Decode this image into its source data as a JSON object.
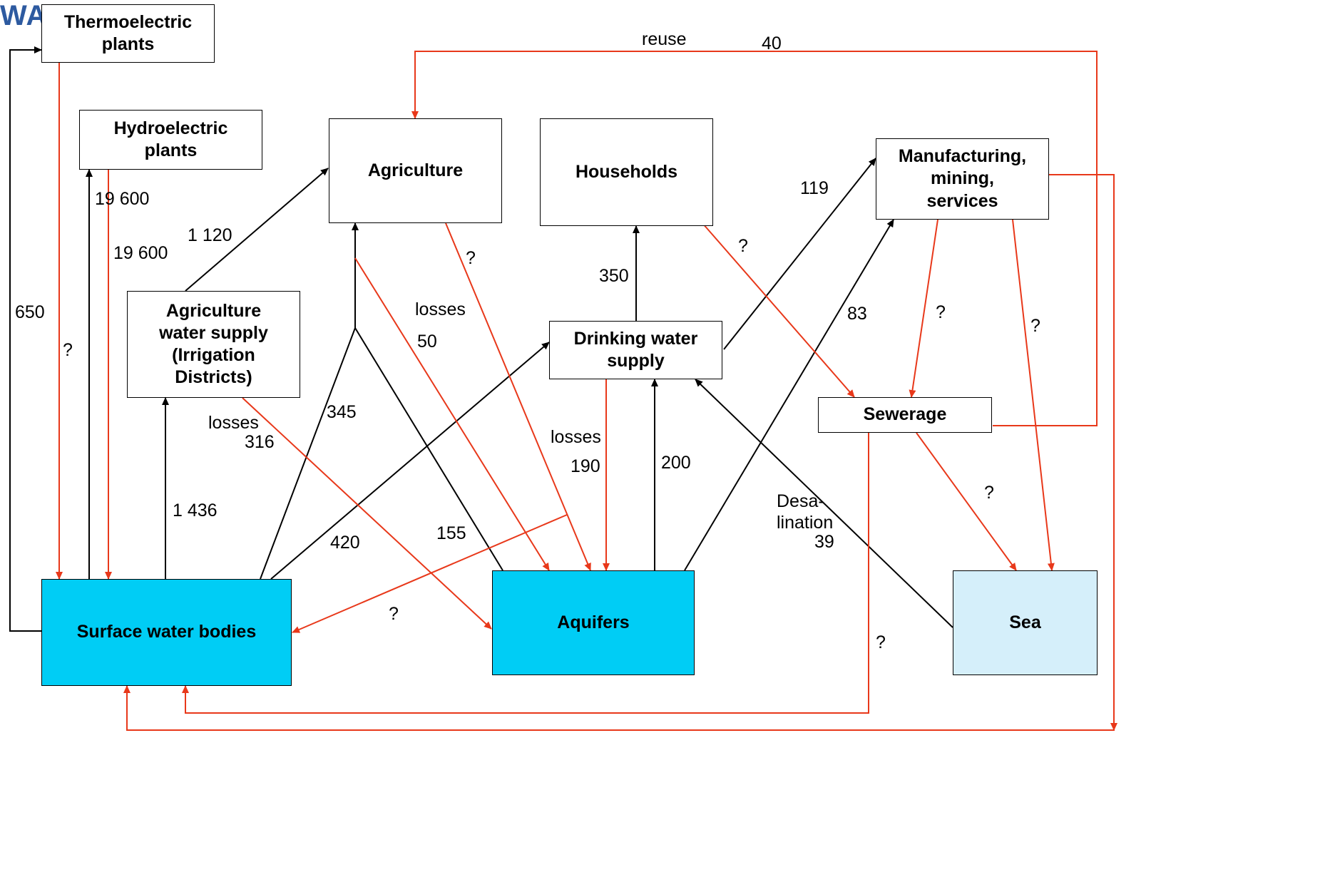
{
  "logo": "WAVES",
  "nodes": {
    "thermo": "Thermoelectric\nplants",
    "hydro": "Hydroelectric\nplants",
    "agriculture": "Agriculture",
    "households": "Households",
    "manufacturing": "Manufacturing,\nmining,\nservices",
    "ag_supply": "Agriculture\nwater supply\n(Irrigation\nDistricts)",
    "drinking": "Drinking water\nsupply",
    "sewerage": "Sewerage",
    "surface": "Surface water bodies",
    "aquifers": "Aquifers",
    "sea": "Sea"
  },
  "labels": {
    "reuse": "reuse",
    "reuse_val": "40",
    "hydro_in": "19 600",
    "hydro_out": "19 600",
    "thermo_loop": "650",
    "thermo_return": "?",
    "ag_supply_to_ag": "1 120",
    "surface_to_ag_supply": "1 436",
    "ag_supply_losses": "losses",
    "ag_supply_losses_val": "316",
    "surface_to_ag": "345",
    "aquifer_to_ag": "155",
    "ag_return": "?",
    "ag_losses": "losses",
    "ag_losses_val": "50",
    "surface_to_drinking": "420",
    "drinking_to_households": "350",
    "drinking_losses": "losses",
    "drinking_losses_val": "190",
    "aquifer_to_drinking": "200",
    "drinking_to_manufacturing": "119",
    "aquifer_to_manufacturing": "83",
    "households_to_sewerage": "?",
    "manufacturing_to_sewerage": "?",
    "manufacturing_to_sea": "?",
    "sewerage_to_sea": "?",
    "sewerage_to_surface": "?",
    "aquifer_to_surface": "?",
    "desalination": "Desa-\nlination",
    "desalination_val": "39"
  },
  "colors": {
    "black_flow": "#000000",
    "red_flow": "#e8381a",
    "surface_fill": "#00cdf5",
    "aquifer_fill": "#00cdf5",
    "sea_fill": "#d5effa"
  }
}
